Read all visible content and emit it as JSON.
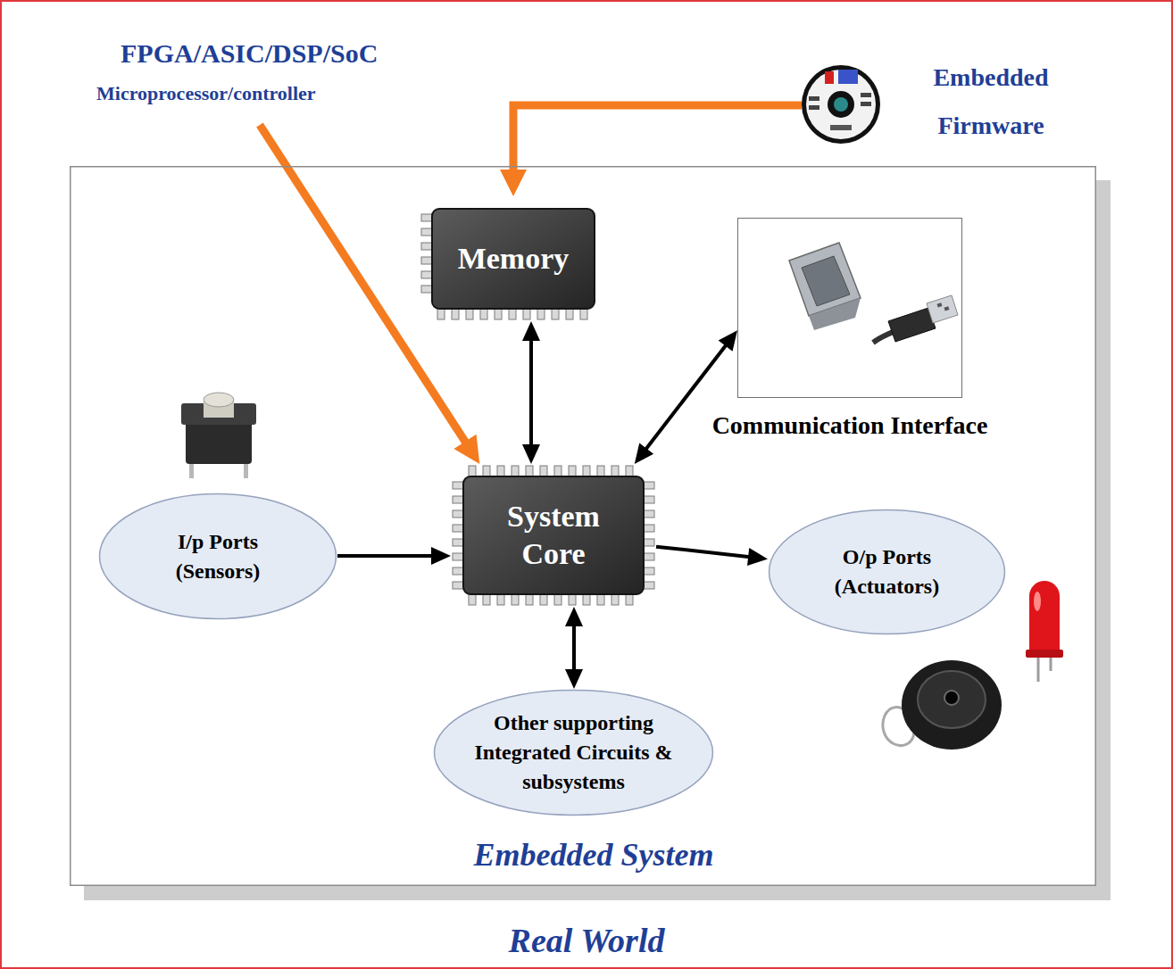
{
  "diagram": {
    "nodes": [
      {
        "text": [
          "Real World"
        ]
      },
      {
        "text": [
          "FPGA/ASIC/DSP/SoC",
          "Microprocessor/controller"
        ],
        "in": 0
      },
      {
        "text": [
          "Embedded Firmware"
        ],
        "in": 0
      },
      {
        "text": [
          "Embedded System"
        ],
        "in": 0
      },
      {
        "text": [
          "Memory"
        ],
        "in": 3
      },
      {
        "text": [
          "Communication Interface"
        ],
        "in": 3
      },
      {
        "text": [
          "System Core"
        ],
        "in": 3
      },
      {
        "text": [
          "I/p Ports (Sensors)"
        ],
        "in": 3
      },
      {
        "text": [
          "O/p Ports (Actuators)"
        ],
        "in": 3
      },
      {
        "text": [
          "Other supporting Integrated Circuits & subsystems"
        ],
        "in": 3
      }
    ],
    "edges": [
      {
        "from": 1,
        "to": 6,
        "arrow": "to"
      },
      {
        "from": 2,
        "to": 4,
        "arrow": "to"
      },
      {
        "from": 4,
        "to": 6,
        "arrow": "both"
      },
      {
        "from": 6,
        "to": 5,
        "arrow": "both"
      },
      {
        "from": 7,
        "to": 6,
        "arrow": "to"
      },
      {
        "from": 6,
        "to": 8,
        "arrow": "to"
      },
      {
        "from": 6,
        "to": 9,
        "arrow": "both"
      }
    ]
  }
}
